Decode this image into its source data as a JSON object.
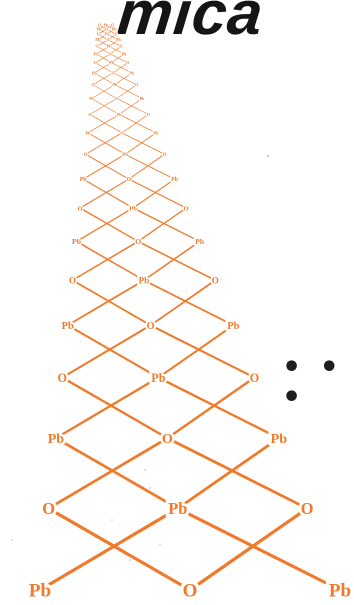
{
  "headline": "mica",
  "ellipsis": "• • •",
  "lattice": {
    "color": "#f07a2a",
    "pb_label": "Pb",
    "o_label": "O"
  }
}
